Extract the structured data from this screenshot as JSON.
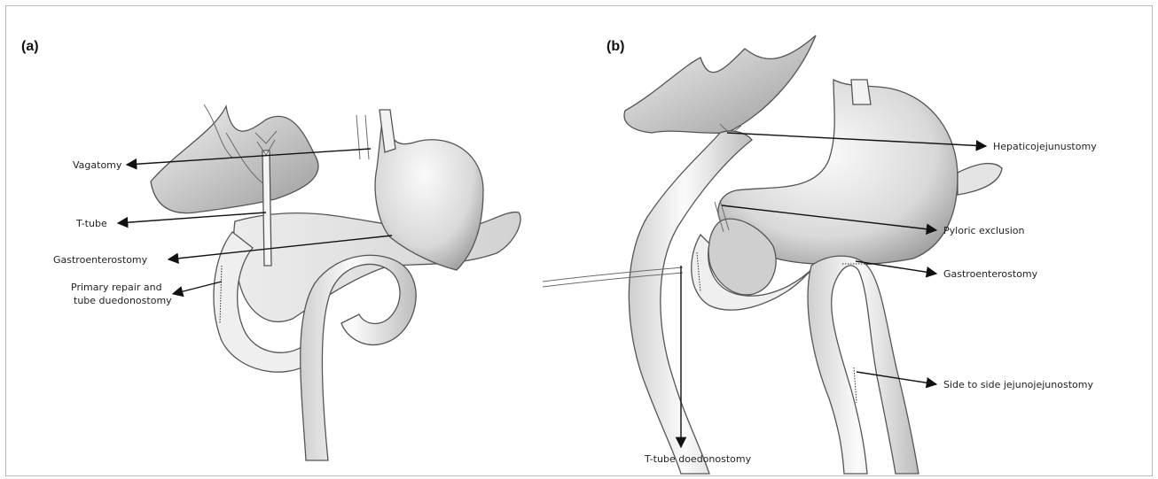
{
  "panels": [
    {
      "id": "a",
      "label": "(a)",
      "callouts": {
        "vagatomy": "Vagatomy",
        "t_tube": "T-tube",
        "gastroenterostomy": "Gastroenterostomy",
        "primary_repair_line1": "Primary repair and",
        "primary_repair_line2": "tube duedonostomy"
      }
    },
    {
      "id": "b",
      "label": "(b)",
      "callouts": {
        "hepaticojejunustomy": "Hepaticojejunustomy",
        "pyloric_exclusion": "Pyloric exclusion",
        "gastroenterostomy": "Gastroenterostomy",
        "side_to_side": "Side to side jejunojejunostomy",
        "t_tube_doedonostomy": "T-tube doedonostomy"
      }
    }
  ],
  "colors": {
    "arrow": "#111111",
    "organ_fill": "#e6e6e6",
    "border": "#b9b9b9"
  }
}
